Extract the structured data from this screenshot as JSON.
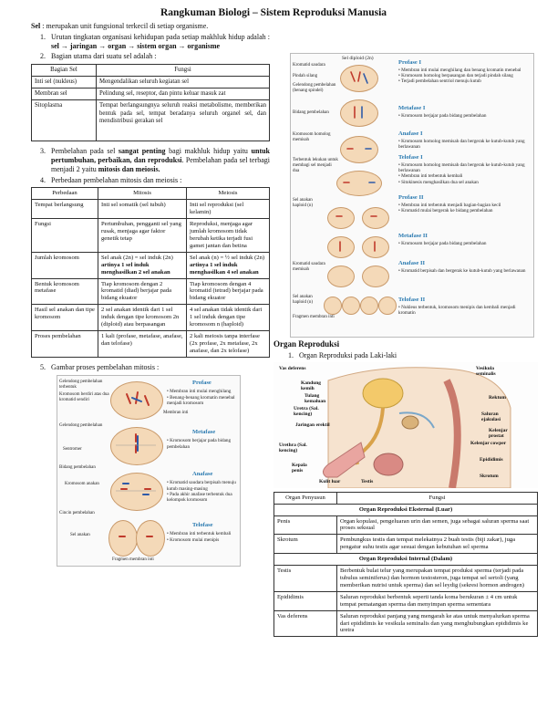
{
  "title": "Rangkuman Biologi – Sistem Reproduksi Manusia",
  "intro": {
    "term": "Sel",
    "text": ": merupakan unit fungsional terkecil di setiap organisme."
  },
  "list1": [
    {
      "num": "1.",
      "pre": "Urutan tingkatan organisasi kehidupan pada setiap makhluk hidup adalah :",
      "bold": "sel → jaringan → organ → sistem organ → organisme"
    },
    {
      "num": "2.",
      "text": "Bagian utama dari suatu sel adalah :"
    }
  ],
  "cell_table": {
    "headers": [
      "Bagian Sel",
      "Fungsi"
    ],
    "rows": [
      [
        "Inti sel (nukleus)",
        "Mengendalikan seluruh kegiatan sel"
      ],
      [
        "Membran sel",
        "Pelindung sel, reseptor, dan pintu keluar masuk zat"
      ],
      [
        "Sitoplasma",
        "Tempat berlangsungnya seluruh reaksi metabolisme, memberikan bentuk pada sel, tempat beradanya seluruh organel sel, dan mendistribusi gerakan sel"
      ]
    ]
  },
  "list2": [
    {
      "num": "3.",
      "a": "Pembelahan pada sel",
      "b": "sangat penting",
      "c": "bagi makhluk hidup yaitu",
      "d": "untuk pertumbuhan, perbaikan, dan reproduksi",
      "e": ". Pembelahan pada sel terbagi menjadi 2 yaitu",
      "f": "mitosis dan meiosis."
    },
    {
      "num": "4.",
      "text": "Perbedaan pembelahan mitosis dan meiosis :"
    }
  ],
  "mm_table": {
    "headers": [
      "Perbedaan",
      "Mitosis",
      "Meiosis"
    ],
    "rows": [
      {
        "k": "Tempat berlangsung",
        "m": "Inti sel somatik (sel tubuh)",
        "me": "Inti sel reproduksi (sel kelamin)"
      },
      {
        "k": "Fungsi",
        "m": "Pertumbuhan, pengganti sel yang rusak, menjaga agar faktor genetik tetap",
        "me": "Reproduksi, menjaga agar jumlah kromosom tidak berubah ketika terjadi fusi gamet jantan dan betina"
      },
      {
        "k": "Jumlah kromosom",
        "m": "Sel anak (2n) = sel induk (2n)",
        "m_b": "artinya 1 sel induk menghasilkan 2 sel anakan",
        "me": "Sel anak (n) = ½ sel induk (2n)",
        "me_b": "artinya 1 sel induk menghasilkan 4 sel anakan"
      },
      {
        "k": "Bentuk kromosom metafase",
        "m": "Tiap kromosom dengan 2 kromatid (diad) berjajar pada bidang ekuator",
        "me": "Tiap kromosom dengan 4 kromatid (tetrad) berjajar pada bidang ekuator"
      },
      {
        "k": "Hasil sel anakan dan tipe kromosom",
        "m": "2 sel anakan identik dari 1 sel induk dengan tipe kromosom 2n (diploid) atau berpasangan",
        "me": "4 sel anakan tidak identik dari 1 sel induk dengan tipe kromosom n (haploid)"
      },
      {
        "k": "Proses pembelahan",
        "m": "1 kali (profase, metafase, anafase, dan telofase)",
        "me": "2 kali meiosis tanpa interfase (2x profase, 2x metafase, 2x anafase, dan 2x telofase)"
      }
    ]
  },
  "list3": {
    "num": "5.",
    "text": "Gambar proses pembelahan mitosis :"
  },
  "mitosis_fig": {
    "labels": [
      "Gelendong pembelahan terbentuk",
      "Kromosom berdiri atas dua kromatid sendiri",
      "Membran inti",
      "Gelendong pembelahan",
      "Sentromer",
      "Bidang pembelahan",
      "Kromosom anakan",
      "Cincin pembelahan",
      "Sel anakan",
      "Fragmen membran inti"
    ],
    "phases": [
      {
        "name": "Profase",
        "desc": "• Membran inti mulai menghilang\n• Benang-benang kromatin menebal menjadi kromosom"
      },
      {
        "name": "Metafase",
        "desc": "• Kromosom berjajar pada bidang pembelahan"
      },
      {
        "name": "Anafase",
        "desc": "• Kromatid saudara berpisah menuju kutub masing-masing\n• Pada akhir anafase terbentuk dua kelompok kromosom"
      },
      {
        "name": "Telofase",
        "desc": "• Membran inti terbentuk kembali\n• Kromosom mulai menipis"
      }
    ]
  },
  "meiosis_fig": {
    "top_label": "Sel diploid (2n)",
    "labels": [
      "Kromatid saudara",
      "Pindah silang",
      "Gelendong pembelahan (benang spindel)",
      "Bidang pembelahan",
      "Kromosom homolog memisah",
      "Terbentuk lekukan untuk membagi sel menjadi dua",
      "Sel anakan haploid (n)",
      "Kromatid saudara memisah",
      "Sel anakan haploid (n)",
      "Fragmen membran inti"
    ],
    "phases": [
      {
        "name": "Profase I",
        "desc": "• Membran inti mulai menghilang dan benang kromatin menebal\n• Kromosom homolog berpasangan dan terjadi pindah silang\n• Terjadi pembelahan sentriol menuju kutub"
      },
      {
        "name": "Metafase I",
        "desc": "• Kromosom berjajar pada bidang pembelahan"
      },
      {
        "name": "Anafase I",
        "desc": "• Kromosom homolog memisah dan bergerak ke kutub-kutub yang berlawanan"
      },
      {
        "name": "Telofase I",
        "desc": "• Kromosom homolog memisah dan bergerak ke kutub-kutub yang berlawanan\n• Membran inti terbentuk kembali\n• Sitokinesis menghasilkan dua sel anakan"
      },
      {
        "name": "Profase II",
        "desc": "• Membran inti terbentuk menjadi bagian-bagian kecil\n• Kromatid mulai bergerak ke bidang pembelahan"
      },
      {
        "name": "Metafase II",
        "desc": "• Kromosom berjajar pada bidang pembelahan"
      },
      {
        "name": "Anafase II",
        "desc": "• Kromatid berpisah dan bergerak ke kutub-kutub yang berlawanan"
      },
      {
        "name": "Telofase II",
        "desc": "• Nukleus terbentuk, kromosom menipis dan kembali menjadi kromatin"
      }
    ]
  },
  "organ_section": {
    "heading": "Organ Reproduksi",
    "sub_num": "1.",
    "sub": "Organ Reproduksi pada Laki-laki",
    "labels": [
      "Vas deferens",
      "Kandung kemih",
      "Tulang kemaluan",
      "Uretra (Sal. kencing)",
      "Jaringan erektil",
      "Urethra (Sal. kencing)",
      "Kepala penis",
      "Kulit luar",
      "Testis",
      "Vesikula seminalis",
      "Rektum",
      "Saluran ejakulasi",
      "Kelenjar prostat",
      "Kelenjar cowper",
      "Epididimis",
      "Skrotum"
    ]
  },
  "organ_table": {
    "headers": [
      "Organ Penyusun",
      "Fungsi"
    ],
    "section1": "Organ Reproduksi Eksternal (Luar)",
    "rows1": [
      [
        "Penis",
        "Organ kopulasi, pengeluaran urin dan semen, juga sebagai saluran sperma saat proses seksual"
      ],
      [
        "Skrotum",
        "Pembungkus testis dan tempat melekatnya 2 buah testis (biji zakar), juga pengatur suhu testis agar sesuai dengan kebutuhan sel sperma"
      ]
    ],
    "section2": "Organ Reproduksi Internal (Dalam)",
    "rows2": [
      [
        "Testis",
        "Berbentuk bulat telur yang merupakan tempat produksi sperma (terjadi pada tubulus seminiferus) dan hormon testosteron, juga tempat sel sertoli (yang memberikan nutrisi untuk sperma) dan sel leydig (sekresi hormon androgen)"
      ],
      [
        "Epididimis",
        "Saluran reproduksi berbentuk seperti tanda koma berukuran ± 4 cm untuk tempat pematangan sperma dan menyimpan sperma sementara"
      ],
      [
        "Vas deferens",
        "Saluran reproduksi panjang yang mengarah ke atas untuk menyalurkan sperma dari epididimis ke vesikula seminalis dan yang menghubungkan epididimis ke uretra"
      ]
    ]
  },
  "colors": {
    "phase_blue": "#2a7ab0",
    "cell_fill": "#f4d9b8",
    "chrom_red": "#c0392b",
    "chrom_blue": "#2e5aa8"
  }
}
